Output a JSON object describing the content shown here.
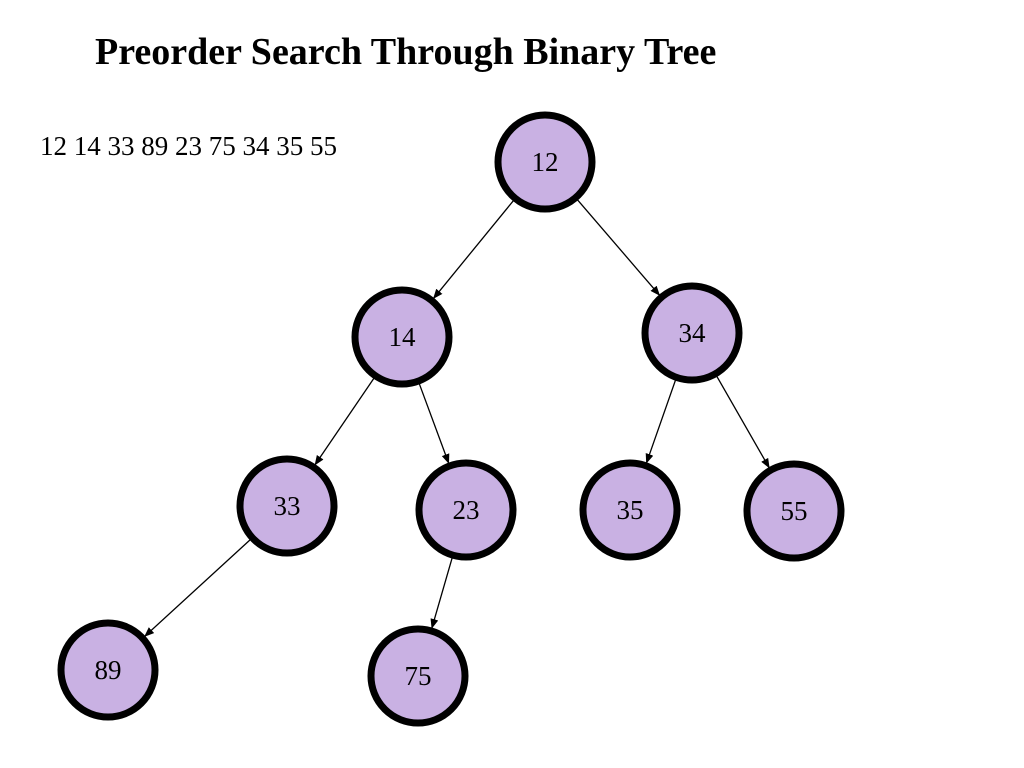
{
  "title": "Preorder Search Through Binary Tree",
  "traversal_sequence": "12 14 33 89 23 75 34 35 55",
  "colors": {
    "node_fill": "#c9b1e3",
    "node_stroke": "#000000",
    "edge": "#000000"
  },
  "tree": {
    "nodes": [
      {
        "id": "n12",
        "label": "12"
      },
      {
        "id": "n14",
        "label": "14"
      },
      {
        "id": "n34",
        "label": "34"
      },
      {
        "id": "n33",
        "label": "33"
      },
      {
        "id": "n23",
        "label": "23"
      },
      {
        "id": "n35",
        "label": "35"
      },
      {
        "id": "n55",
        "label": "55"
      },
      {
        "id": "n89",
        "label": "89"
      },
      {
        "id": "n75",
        "label": "75"
      }
    ],
    "edges": [
      {
        "from": "n12",
        "to": "n14"
      },
      {
        "from": "n12",
        "to": "n34"
      },
      {
        "from": "n14",
        "to": "n33"
      },
      {
        "from": "n14",
        "to": "n23"
      },
      {
        "from": "n34",
        "to": "n35"
      },
      {
        "from": "n34",
        "to": "n55"
      },
      {
        "from": "n33",
        "to": "n89"
      },
      {
        "from": "n23",
        "to": "n75"
      }
    ]
  }
}
